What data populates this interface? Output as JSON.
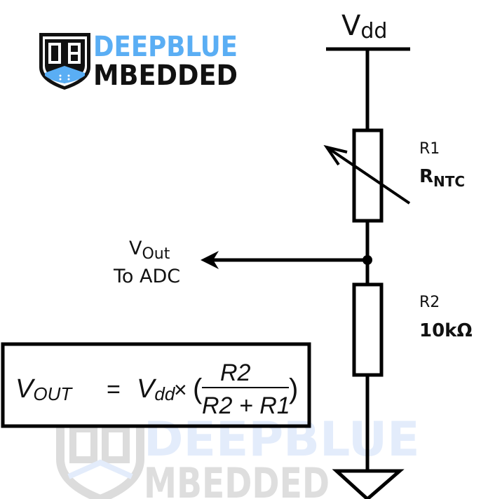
{
  "logo": {
    "line1": "DEEPBLUE",
    "line2": "MBEDDED",
    "accent_color": "#5aaef4",
    "dark_color": "#111111"
  },
  "watermark": {
    "line1": "DEEPBLUE",
    "line2": "MBEDDED"
  },
  "supply": {
    "symbol": "V",
    "subscript": "dd"
  },
  "r1": {
    "ref": "R1",
    "name": "R",
    "name_sub": "NTC"
  },
  "r2": {
    "ref": "R2",
    "value": "10kΩ"
  },
  "output": {
    "symbol": "V",
    "subscript": "Out",
    "caption": "To ADC"
  },
  "formula": {
    "lhs": "V",
    "lhs_sub": "OUT",
    "equals": "=",
    "vdd": "V",
    "vdd_sub": "dd",
    "times": "×",
    "open_paren": "(",
    "numerator": "R2",
    "denominator": "R2 + R1",
    "close_paren": ")"
  }
}
